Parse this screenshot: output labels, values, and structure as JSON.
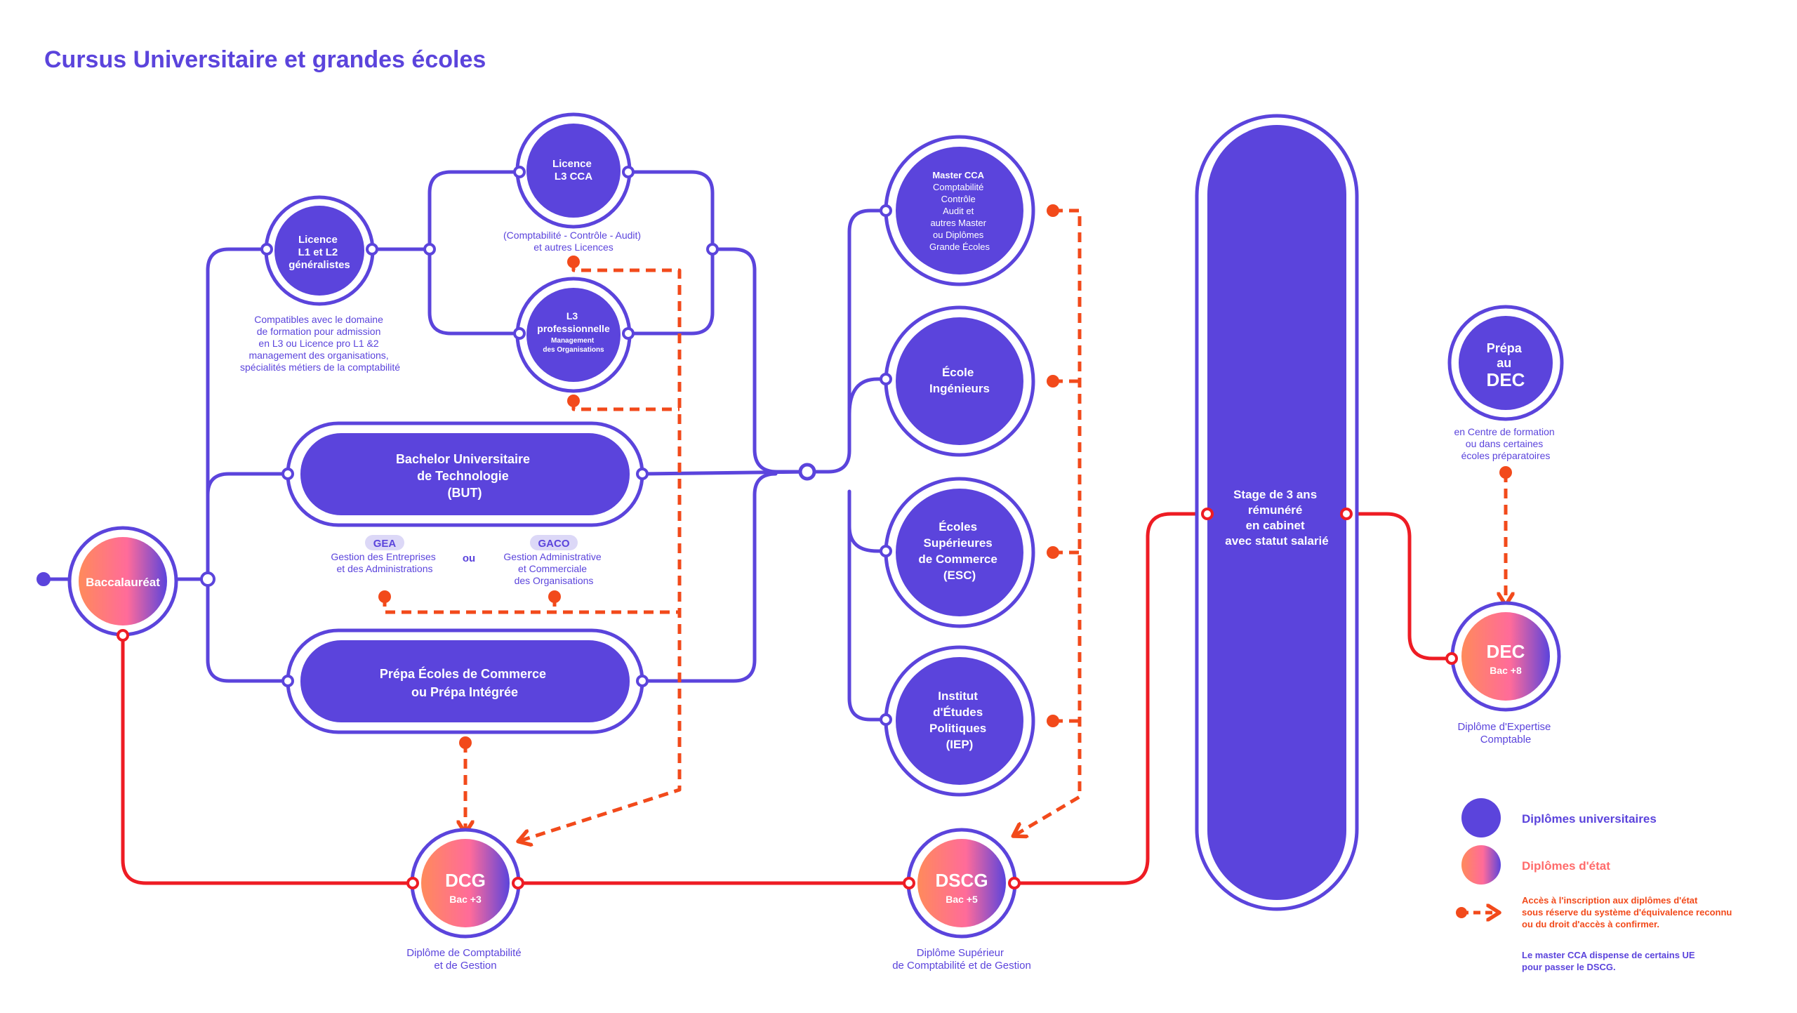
{
  "title": "Cursus Universitaire et grandes écoles",
  "colors": {
    "purple": "#5b44dc",
    "purple_text": "#5b44dc",
    "red_line": "#ee1c24",
    "dash_orange": "#f24a1b",
    "grad_start": "#ff8a5b",
    "grad_mid": "#ff6b9a",
    "grad_end": "#5b44dc",
    "badge_bg": "#dcd8f7"
  },
  "nodes": {
    "bac": {
      "lines": [
        "Baccalauréat"
      ]
    },
    "licence_l1l2": {
      "lines": [
        "Licence",
        "L1 et L2",
        "généralistes"
      ]
    },
    "licence_l3cca": {
      "lines": [
        "Licence",
        "L3 CCA"
      ]
    },
    "l3_pro": {
      "lines": [
        "L3",
        "professionnelle"
      ],
      "small_lines": [
        "Management",
        "des Organisations"
      ]
    },
    "but": {
      "lines": [
        "Bachelor Universitaire",
        "de Technologie",
        "(BUT)"
      ]
    },
    "prepa": {
      "lines": [
        "Prépa Écoles de Commerce",
        "ou Prépa Intégrée"
      ]
    },
    "master_cca": {
      "lines": [
        "Master CCA",
        "Comptabilité",
        "Contrôle",
        "Audit et",
        "autres Master",
        "ou Diplômes",
        "Grande Écoles"
      ]
    },
    "ecole_ing": {
      "lines": [
        "École",
        "Ingénieurs"
      ]
    },
    "esc": {
      "lines": [
        "Écoles",
        "Supérieures",
        "de Commerce",
        "(ESC)"
      ]
    },
    "iep": {
      "lines": [
        "Institut",
        "d'Études",
        "Politiques",
        "(IEP)"
      ]
    },
    "stage": {
      "lines": [
        "Stage de 3 ans",
        "rémunéré",
        "en cabinet",
        "avec statut salarié"
      ]
    },
    "prepa_dec": {
      "lines": [
        "Prépa",
        "au",
        "DEC"
      ]
    },
    "dcg": {
      "name": "DCG",
      "level": "Bac +3"
    },
    "dscg": {
      "name": "DSCG",
      "level": "Bac +5"
    },
    "dec": {
      "name": "DEC",
      "level": "Bac +8"
    }
  },
  "captions": {
    "licence_l1l2": [
      "Compatibles avec le domaine",
      "de formation pour admission",
      "en L3 ou Licence pro L1 &2",
      "management des organisations,",
      "spécialités métiers de la comptabilité"
    ],
    "licence_l3cca": [
      "(Comptabilité - Contrôle - Audit)",
      "et autres Licences"
    ],
    "gea_badge": "GEA",
    "gea": [
      "Gestion des Entreprises",
      "et des Administrations"
    ],
    "ou": "ou",
    "gaco_badge": "GACO",
    "gaco": [
      "Gestion Administrative",
      "et Commerciale",
      "des Organisations"
    ],
    "dcg": [
      "Diplôme de Comptabilité",
      "et de Gestion"
    ],
    "dscg": [
      "Diplôme Supérieur",
      "de Comptabilité et de Gestion"
    ],
    "dec": [
      "Diplôme d'Expertise",
      "Comptable"
    ],
    "prepa_dec": [
      "en Centre de formation",
      "ou dans certaines",
      "écoles préparatoires"
    ]
  },
  "legend": {
    "universitaires": "Diplômes universitaires",
    "etat": "Diplômes d'état",
    "acces": [
      "Accès à l'inscription aux diplômes d'état",
      "sous réserve du système d'équivalence reconnu",
      "ou du droit d'accès à confirmer."
    ],
    "note": [
      "Le master CCA dispense de certains UE",
      "pour passer le DSCG."
    ]
  }
}
